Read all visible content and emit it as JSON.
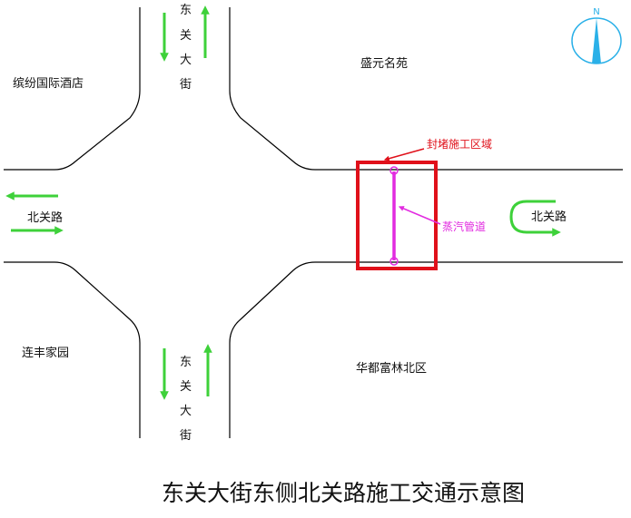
{
  "map": {
    "title": "东关大街东侧北关路施工交通示意图",
    "compass_letter": "N",
    "places": {
      "hotel": "缤纷国际酒店",
      "shengyuan": "盛元名苑",
      "lianfeng": "连丰家园",
      "huadu": "华都富林北区"
    },
    "streets": {
      "dongguan_north": [
        "东",
        "关",
        "大",
        "街"
      ],
      "dongguan_south": [
        "东",
        "关",
        "大",
        "街"
      ],
      "beiguan_west": "北关路",
      "beiguan_east": "北关路"
    },
    "annotations": {
      "closed_zone": "封堵施工区域",
      "steam_pipe": "蒸汽管道"
    },
    "colors": {
      "arrow": "#3ed13a",
      "closure": "#e0101a",
      "pipe": "#e22be0",
      "compass": "#2ab0e8",
      "road_line": "#000000"
    }
  }
}
